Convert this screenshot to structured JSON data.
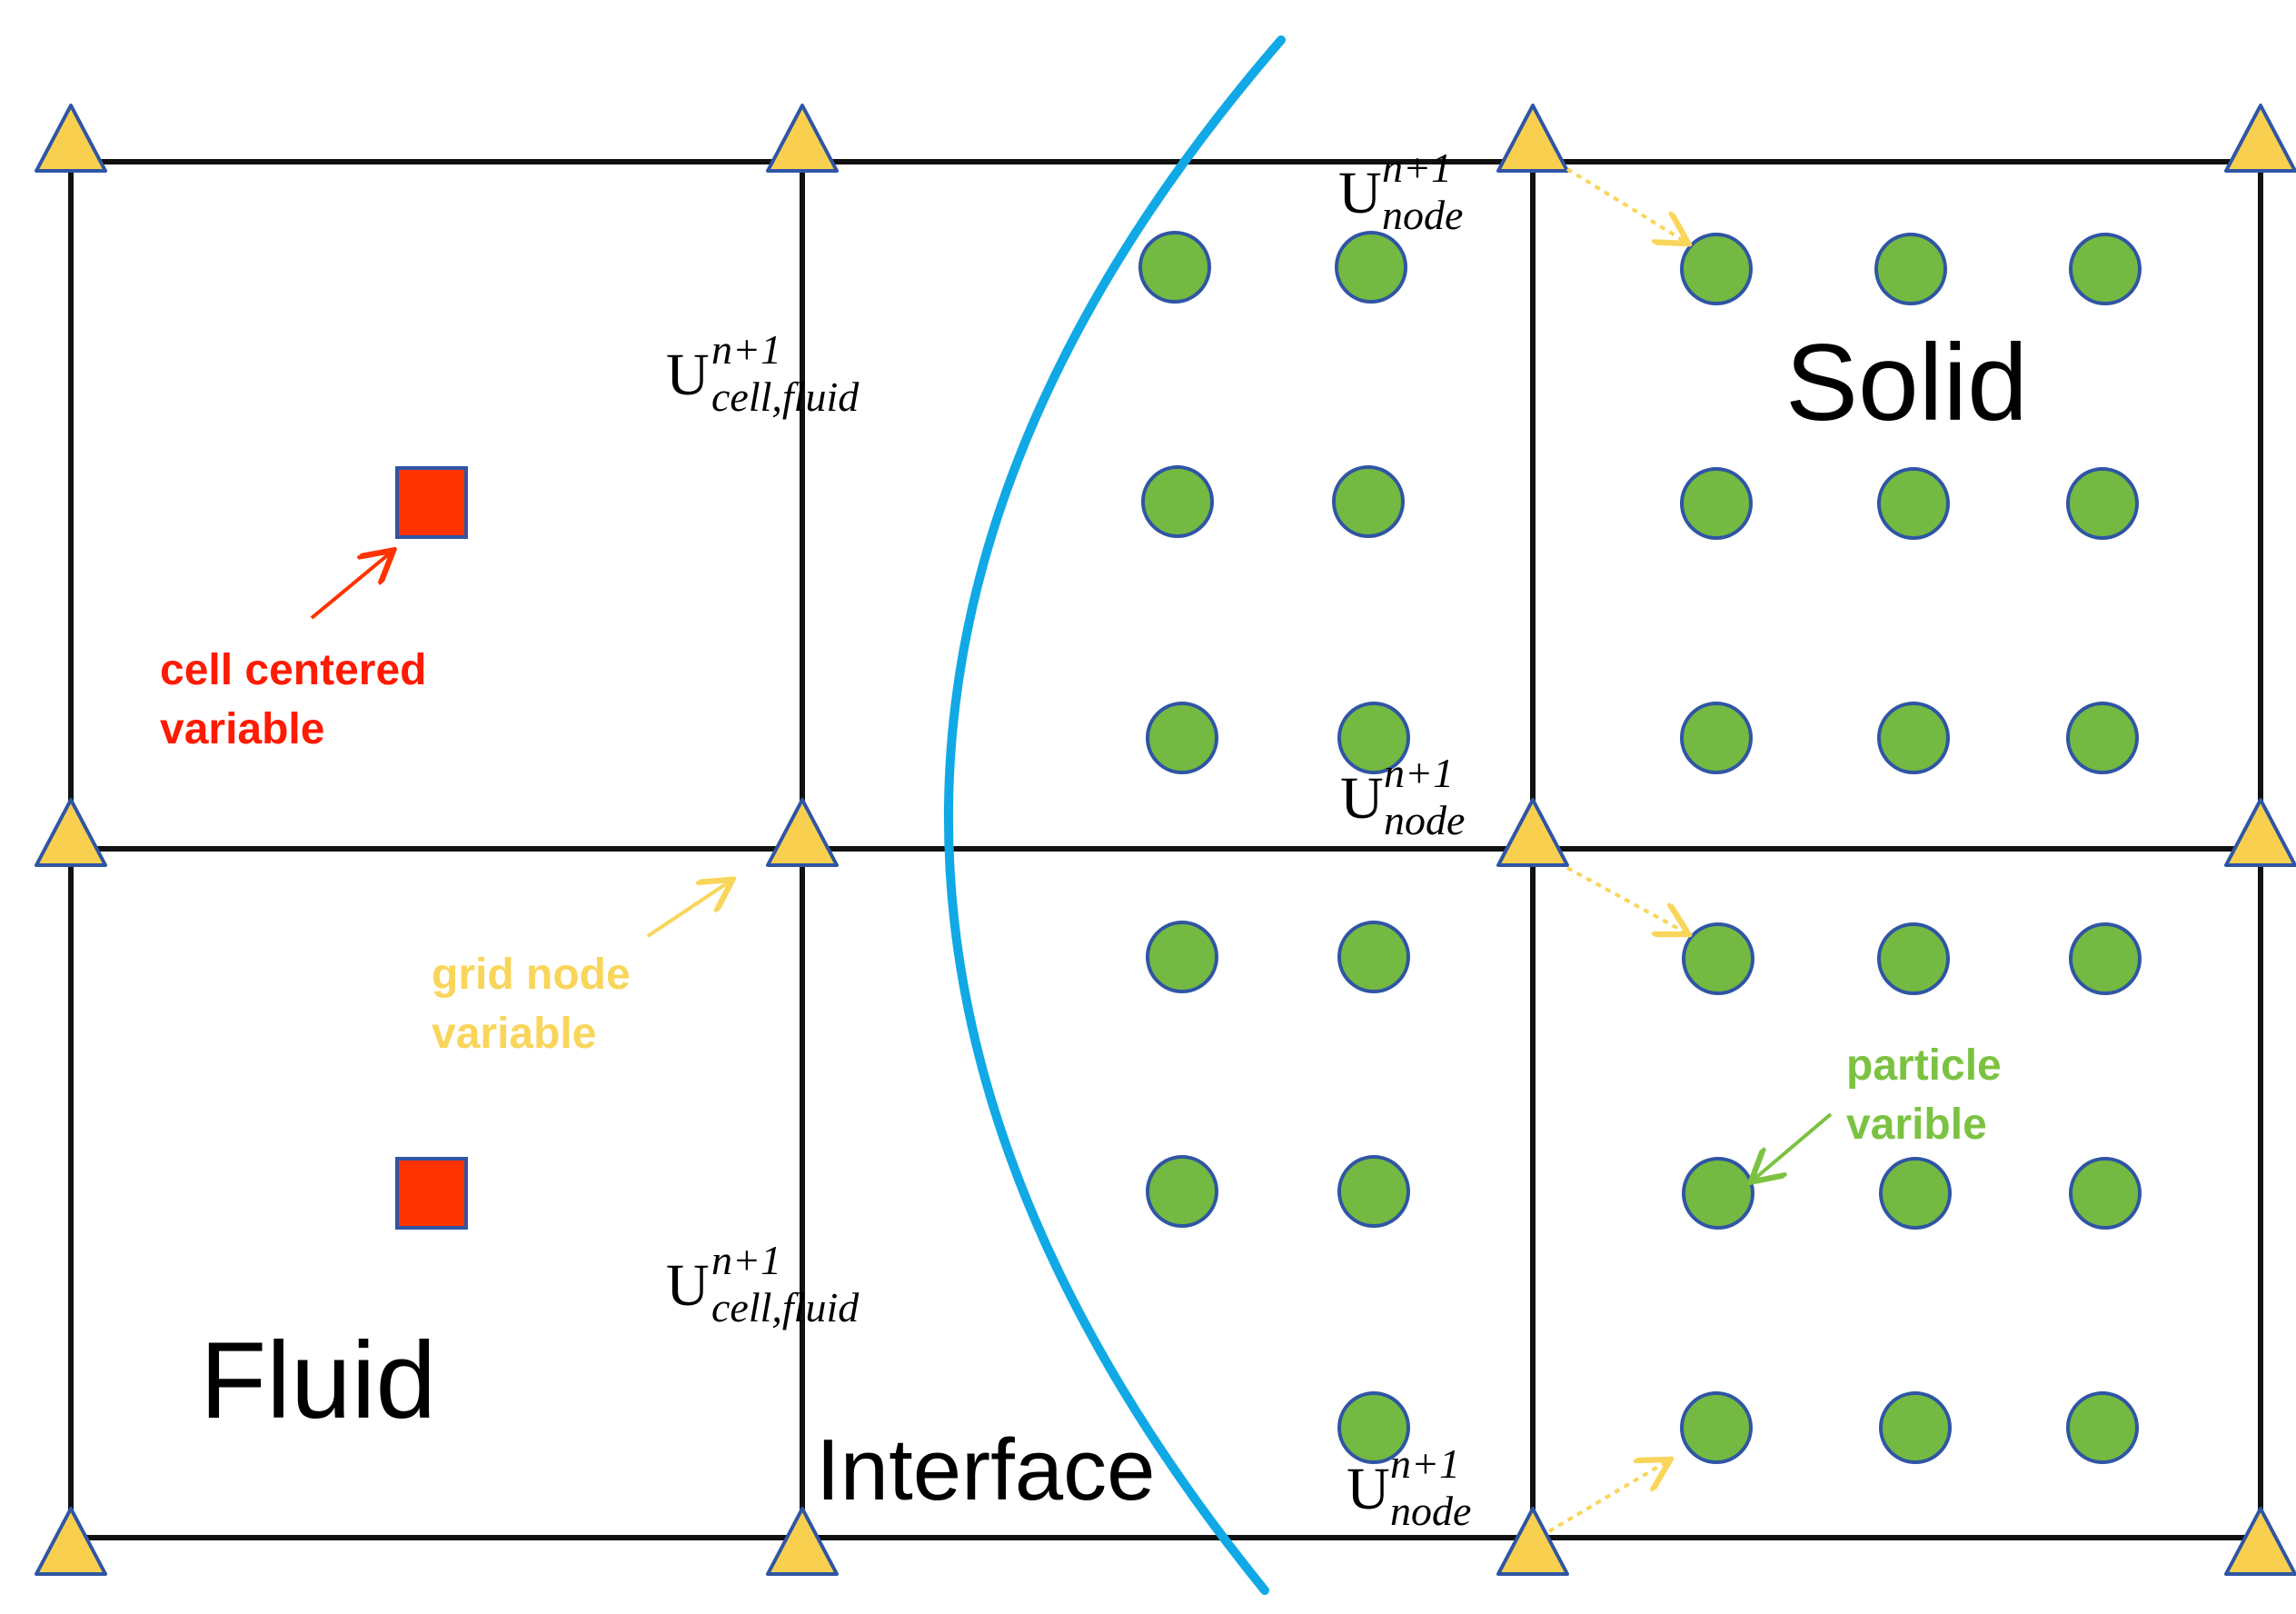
{
  "regions": {
    "fluid": "Fluid",
    "interface": "Interface",
    "solid": "Solid"
  },
  "annotations": {
    "cell_centered": {
      "line1": "cell centered",
      "line2": "variable"
    },
    "grid_node": {
      "line1": "grid node",
      "line2": "variable"
    },
    "particle": {
      "line1": "particle",
      "line2": "varible"
    }
  },
  "math_labels": {
    "u_cell_fluid": {
      "base": "U",
      "sup": "n+1",
      "sub": "cell,fluid"
    },
    "u_node": {
      "base": "U",
      "sup": "n+1",
      "sub": "node"
    }
  },
  "colors": {
    "grid_line": "#111111",
    "interface_curve": "#10a9e6",
    "node_fill": "#f9cf4f",
    "node_stroke": "#2f55a4",
    "cell_fill": "#ff3300",
    "cell_stroke": "#2f55a4",
    "particle_fill": "#74b941",
    "particle_stroke": "#2f55a4",
    "cell_label": "#ff1a00",
    "node_label": "#f9d55a",
    "particle_label": "#7cc242",
    "dashed_arrow": "#f9d55a"
  },
  "icons": {
    "grid_node": "triangle-icon",
    "cell_variable": "square-icon",
    "particle_variable": "circle-icon"
  }
}
